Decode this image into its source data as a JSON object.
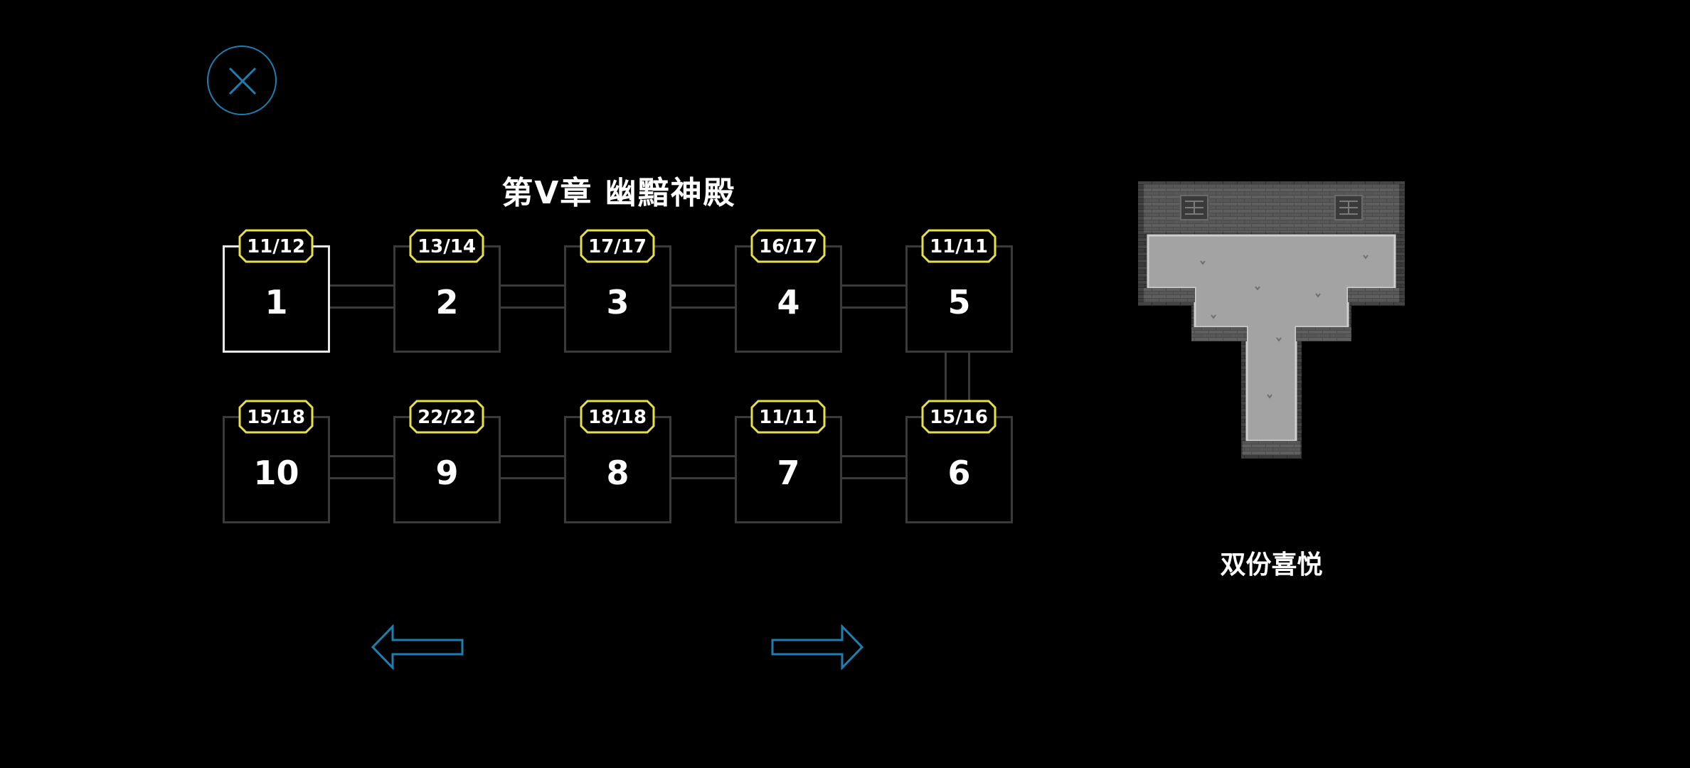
{
  "chapter": {
    "title": "第V章 幽黯神殿"
  },
  "levels": [
    {
      "number": "1",
      "progress": "11/12",
      "selected": true
    },
    {
      "number": "2",
      "progress": "13/14"
    },
    {
      "number": "3",
      "progress": "17/17"
    },
    {
      "number": "4",
      "progress": "16/17"
    },
    {
      "number": "5",
      "progress": "11/11"
    },
    {
      "number": "6",
      "progress": "15/16"
    },
    {
      "number": "7",
      "progress": "11/11"
    },
    {
      "number": "8",
      "progress": "18/18"
    },
    {
      "number": "9",
      "progress": "22/22"
    },
    {
      "number": "10",
      "progress": "15/18"
    }
  ],
  "selected_level": {
    "name": "双份喜悦"
  },
  "icons": {
    "close": "close-icon",
    "prev": "arrow-left-icon",
    "next": "arrow-right-icon"
  },
  "colors": {
    "background": "#000000",
    "accent_blue": "#1d7fb0",
    "badge_yellow": "#e6e04a",
    "tile_border": "#3a3a3a",
    "selected_border": "#e8e8e8"
  }
}
